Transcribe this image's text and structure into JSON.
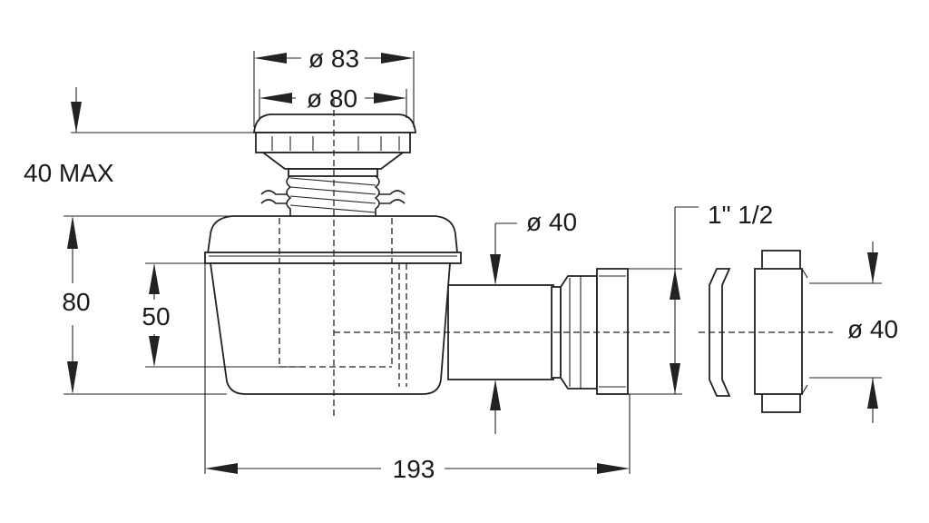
{
  "dimensions": {
    "cap_outer_diameter": "ø 83",
    "cap_inner_diameter": "ø 80",
    "grate_height": "40 MAX",
    "body_height": "80",
    "water_seal": "50",
    "outlet_diameter_top": "ø 40",
    "thread_size": "1\" 1/2",
    "outlet_diameter_right": "ø 40",
    "overall_length": "193"
  }
}
